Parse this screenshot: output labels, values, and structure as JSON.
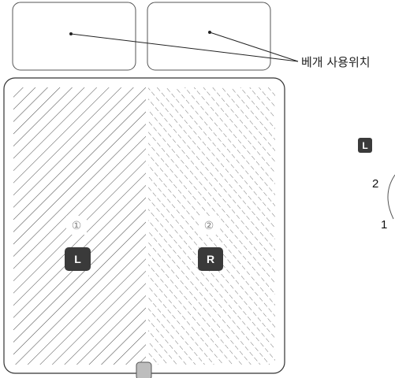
{
  "callout": {
    "label": "베개 사용위치"
  },
  "zones": [
    {
      "number": "①",
      "badge": "L"
    },
    {
      "number": "②",
      "badge": "R"
    }
  ],
  "legend": {
    "badge": "L",
    "upper_number": "2",
    "lower_number": "1"
  }
}
